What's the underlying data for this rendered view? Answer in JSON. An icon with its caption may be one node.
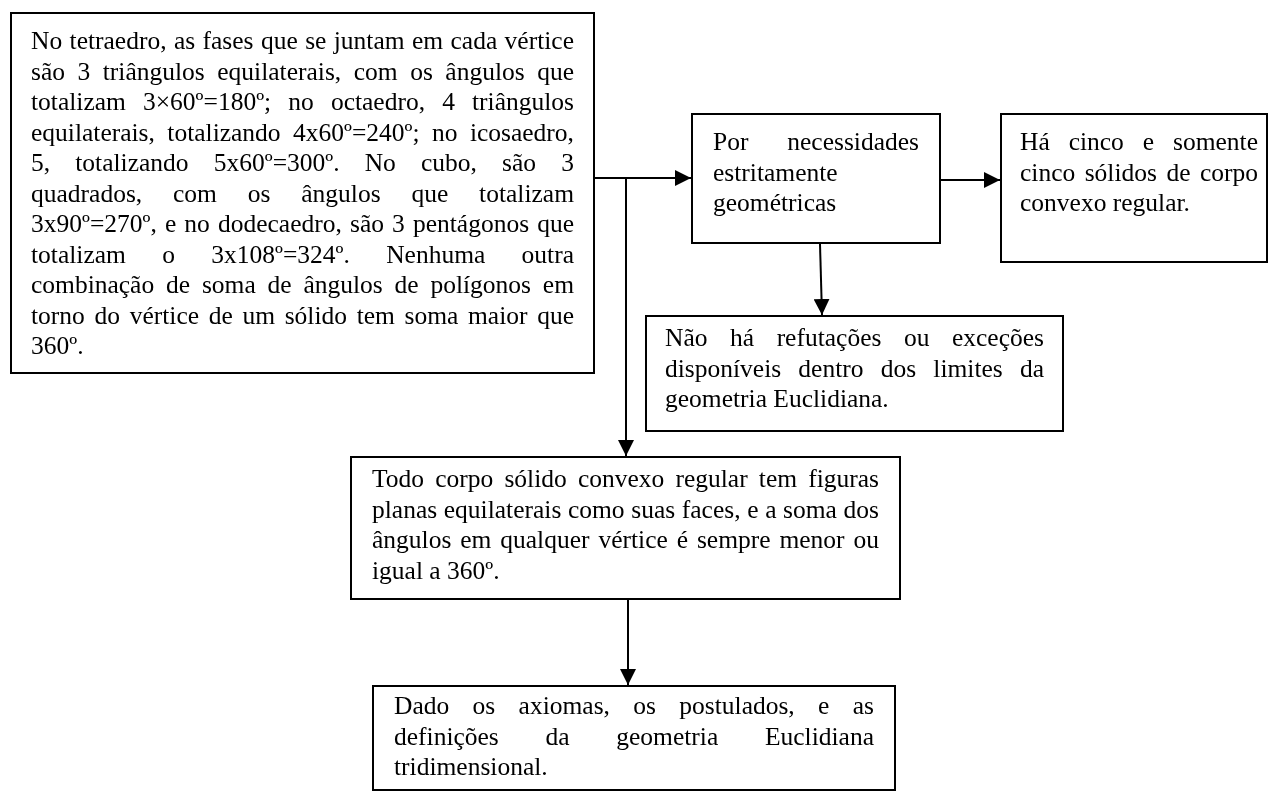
{
  "diagram": {
    "nodes": [
      {
        "text": [
          "No tetraedro, as fases que se juntam em cada vértice são 3 triângulos equilaterais, com os ângulos que totalizam 3×60º=180º; no octaedro, 4 triângulos equilaterais, totalizando 4x60º=240º; no icosaedro, 5, totalizando 5x60º=300º. No cubo, são 3 quadrados, com os ângulos que totalizam 3x90º=270º, e no dodecaedro, são 3 pentágonos que totalizam o 3x108º=324º. Nenhuma outra combinação de soma de ângulos de polígonos em torno do vértice de um sólido tem soma maior que 360º."
        ]
      },
      {
        "text": [
          "Por necessidades estritamente geométricas"
        ]
      },
      {
        "text": [
          "Há cinco e somente cinco sólidos de corpo convexo regular."
        ]
      },
      {
        "text": [
          "Não há refutações ou exceções disponíveis dentro dos limites da geometria Euclidiana."
        ]
      },
      {
        "text": [
          "Todo corpo sólido convexo regular tem figuras planas equilaterais como suas faces, e a soma dos ângulos em qualquer vértice é sempre menor ou igual a 360º."
        ]
      },
      {
        "text": [
          "Dado os axiomas, os postulados, e as definições da geometria Euclidiana tridimensional."
        ]
      }
    ],
    "edges": [
      {
        "from": 0,
        "to": 1,
        "arrow": "to"
      },
      {
        "from": 0,
        "to": 4,
        "arrow": "to"
      },
      {
        "from": 1,
        "to": 2,
        "arrow": "to"
      },
      {
        "from": 1,
        "to": 3,
        "arrow": "to"
      },
      {
        "from": 4,
        "to": 5,
        "arrow": "to"
      }
    ]
  }
}
